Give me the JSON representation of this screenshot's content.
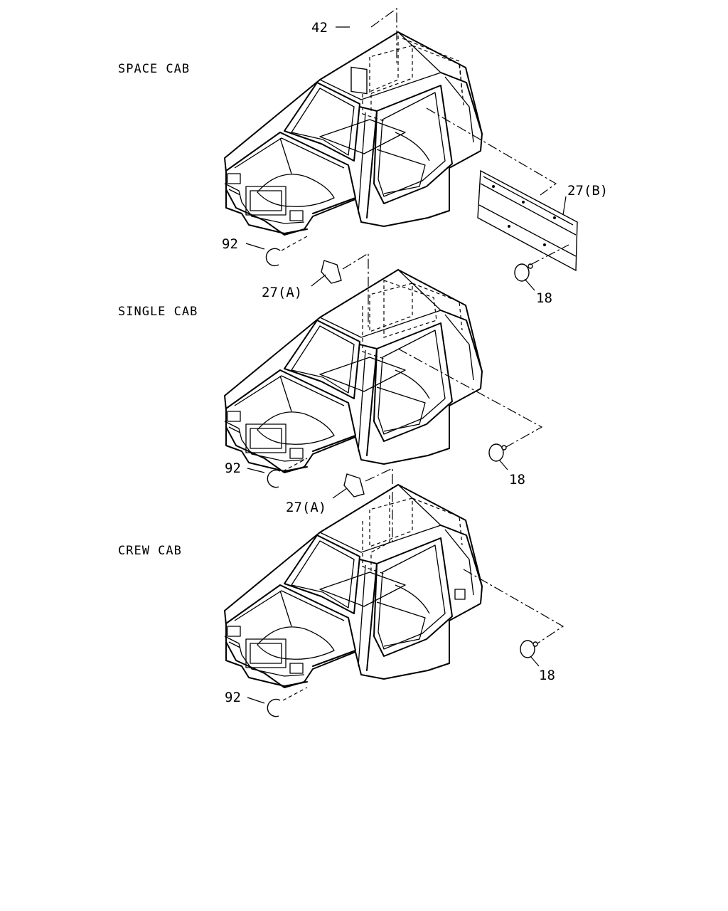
{
  "sections": [
    {
      "title": "SPACE CAB"
    },
    {
      "title": "SINGLE CAB"
    },
    {
      "title": "CREW CAB"
    }
  ],
  "callouts": {
    "space": {
      "top": "42",
      "panel": "27(B)",
      "clip": "18",
      "seal": "92"
    },
    "single": {
      "cap": "27(A)",
      "clip": "18",
      "seal": "92"
    },
    "crew": {
      "cap": "27(A)",
      "clip": "18",
      "seal": "92"
    }
  }
}
